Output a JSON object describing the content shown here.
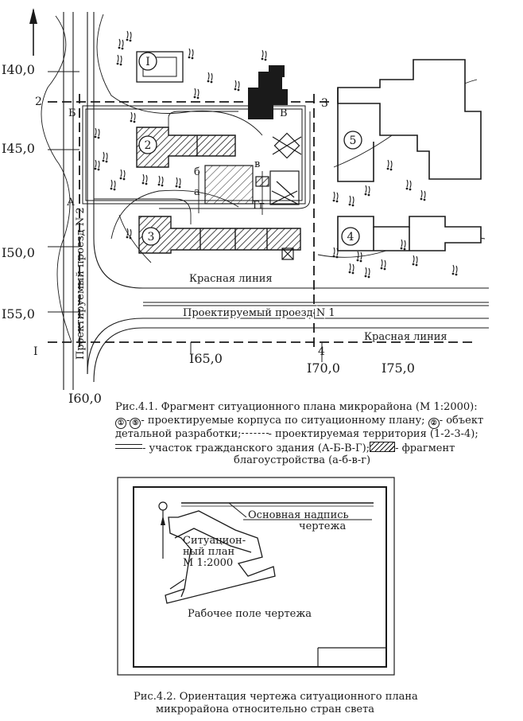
{
  "figure1": {
    "north_arrow_symbol": "arrow-up",
    "grid_left_labels": [
      "I40,0",
      "I45,0",
      "I50,0",
      "I55,0"
    ],
    "grid_bottom_labels": [
      "I60,0",
      "I65,0",
      "I70,0",
      "I75,0"
    ],
    "corner_numbers": [
      "2",
      "3",
      "4",
      "I"
    ],
    "plot_corners": [
      "А",
      "Б",
      "В",
      "Г"
    ],
    "fragment_corners": [
      "а",
      "б",
      "в",
      "г"
    ],
    "buildings": [
      "I",
      "2",
      "3",
      "4",
      "5"
    ],
    "road_vertical": "Проектируемый проезд N 2",
    "road_horizontal": "Проектируемый проезд N 1",
    "red_line_1": "Красная линия",
    "red_line_2": "Красная линия",
    "caption": {
      "line1": "Рис.4.1. Фрагмент ситуационного плана микрорайона (М 1:2000):",
      "l2_a": "①",
      "l2_b": "-",
      "l2_c": "⑤",
      "l2_d": "- проектируемые корпуса по ситуационному плану;",
      "l2_e": "②",
      "l2_f": "- объект",
      "line3a": "детальной разработки;",
      "line3b": "- проектируемая территория (1-2-3-4);",
      "line4a": "- участок гражданского здания (А-Б-В-Г);",
      "line4b": "- фрагмент",
      "line5": "благоустройства (а-б-в-г)"
    }
  },
  "figure2": {
    "title_block": "Основная надпись",
    "title_block_2": "чертежа",
    "plan_label_1": "Ситуацион-",
    "plan_label_2": "ный план",
    "plan_label_3": "М 1:2000",
    "work_field": "Рабочее поле чертежа",
    "caption_1": "Рис.4.2. Ориентация чертежа ситуационного плана",
    "caption_2": "микрорайона относительно стран света"
  },
  "colors": {
    "ink": "#1a1a1a",
    "paper": "#ffffff"
  }
}
